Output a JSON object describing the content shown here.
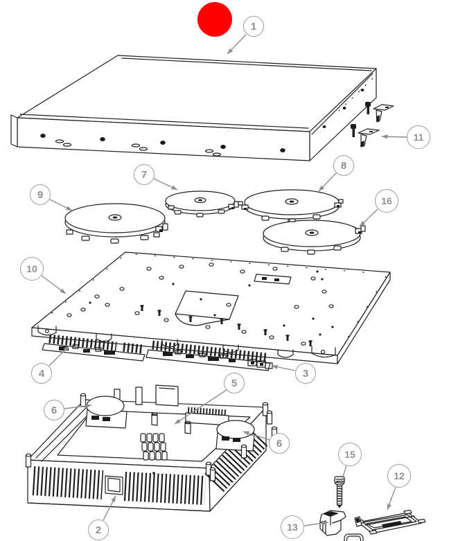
{
  "colors": {
    "line_art": "#1c1c1c",
    "callout_gray": "#8d8f91",
    "red_marker": "#fe0000",
    "background": "#ffffff"
  },
  "callouts": [
    {
      "label": "1",
      "part": "glass-ceramic-top"
    },
    {
      "label": "2",
      "part": "bottom-housing-tray"
    },
    {
      "label": "3",
      "part": "power-board-right"
    },
    {
      "label": "4",
      "part": "power-board-left"
    },
    {
      "label": "5",
      "part": "main-control-board"
    },
    {
      "label": "6",
      "part": "cooling-fan-left"
    },
    {
      "label": "6",
      "part": "cooling-fan-right"
    },
    {
      "label": "7",
      "part": "induction-coil-rear-center"
    },
    {
      "label": "8",
      "part": "induction-coil-rear-right"
    },
    {
      "label": "9",
      "part": "induction-coil-left"
    },
    {
      "label": "10",
      "part": "coil-carrier-plate"
    },
    {
      "label": "11",
      "part": "mounting-brackets-with-screws"
    },
    {
      "label": "12",
      "part": "bracket-plate"
    },
    {
      "label": "13",
      "part": "corner-bracket"
    },
    {
      "label": "15",
      "part": "screw"
    },
    {
      "label": "16",
      "part": "induction-coil-front-right"
    }
  ]
}
